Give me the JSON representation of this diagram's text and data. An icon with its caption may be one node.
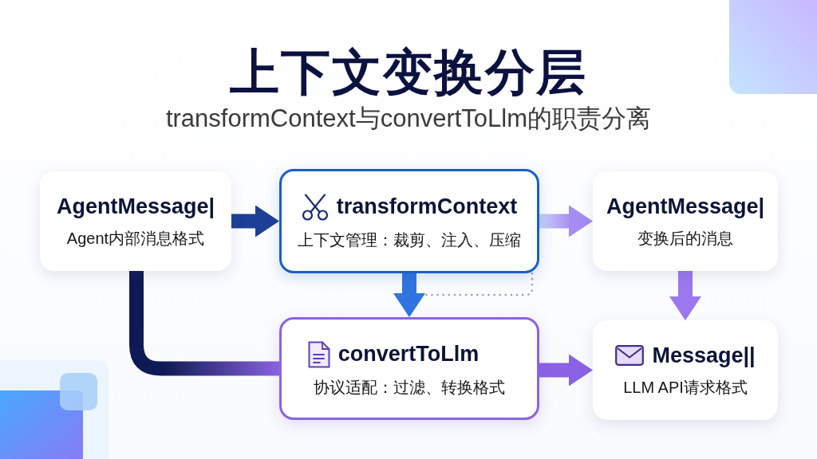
{
  "diagram": {
    "title": "上下文变换分层",
    "nodes": [
      {
        "text": [
          "AgentMessage|",
          "Agent内部消息格式"
        ]
      },
      {
        "text": [
          "transformContext",
          "上下文管理：裁剪、注入、压缩"
        ]
      },
      {
        "text": [
          "AgentMessage|",
          "变换后的消息"
        ]
      },
      {
        "text": [
          "convertToLlm",
          "协议适配：过滤、转换格式"
        ]
      },
      {
        "text": [
          "Message||",
          "LLM API请求格式"
        ]
      }
    ],
    "edges": [
      {
        "from": 0,
        "to": 1,
        "arrow": "to",
        "color": "#1d3f95"
      },
      {
        "from": 1,
        "to": 2,
        "arrow": "to",
        "color": "#a58cf2"
      },
      {
        "from": 1,
        "to": 3,
        "arrow": "to",
        "color": "#2f74e0"
      },
      {
        "from": 2,
        "to": 4,
        "arrow": "to",
        "color": "#9b78ee"
      },
      {
        "from": 0,
        "to": 3,
        "arrow": "none",
        "color": "#0e1a55"
      },
      {
        "from": 3,
        "to": 4,
        "arrow": "to",
        "color": "#8b62e6"
      },
      {
        "from": 1,
        "to": null,
        "arrow": "none",
        "style": "dashed",
        "color": "#9aa3ad"
      }
    ],
    "labels": [
      "transformContext与convertToLlm的职责分离"
    ]
  }
}
